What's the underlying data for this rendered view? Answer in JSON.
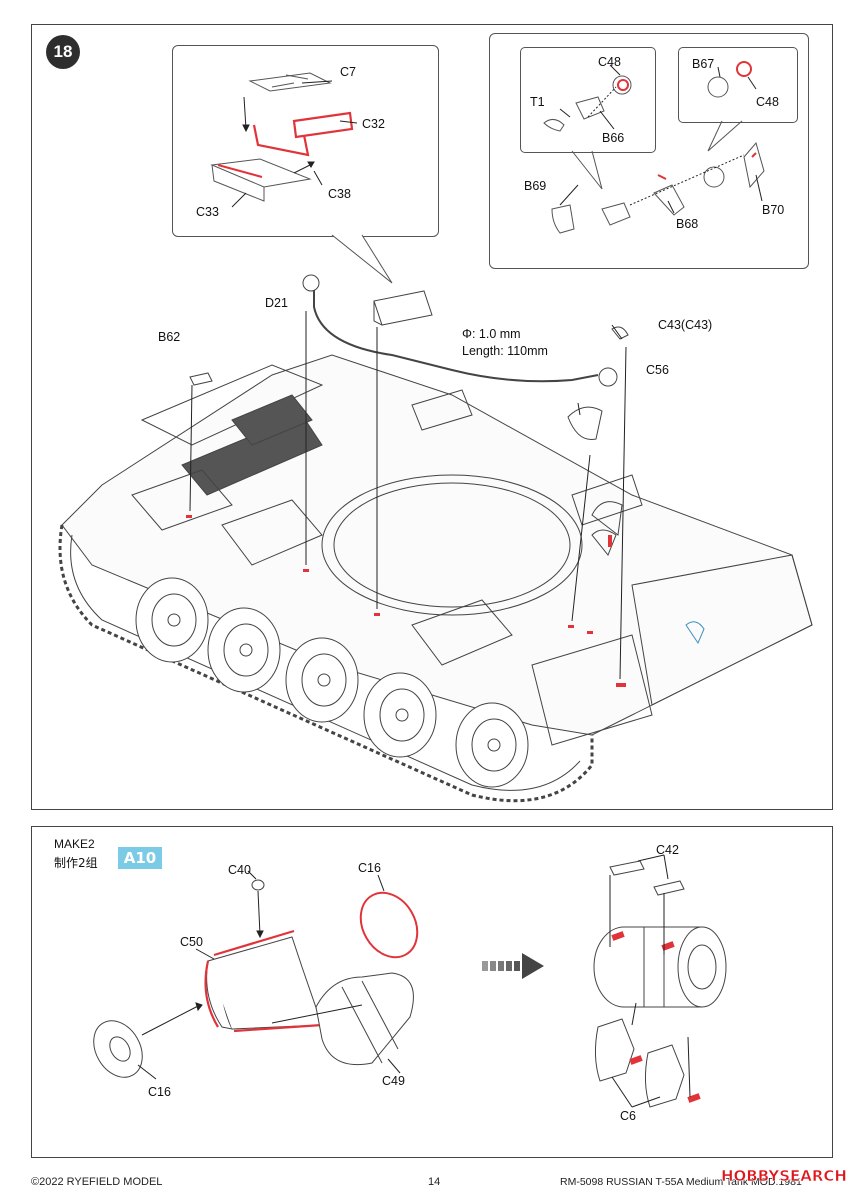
{
  "step": {
    "number": "18",
    "callout_left": {
      "parts": [
        "C7",
        "C32",
        "C38",
        "C33"
      ]
    },
    "callout_right": {
      "parts": [
        "C48",
        "T1",
        "B66",
        "B67",
        "C48",
        "B69",
        "B68",
        "B70"
      ]
    },
    "main_parts": [
      "D21",
      "B62",
      "C43(C43)",
      "C56"
    ],
    "cable_note": {
      "diameter": "Φ: 1.0 mm",
      "length": "Length: 110mm"
    }
  },
  "subassembly": {
    "make_label": "MAKE2",
    "make_label_cn": "制作2组",
    "code": "A10",
    "parts_left": [
      "C40",
      "C16",
      "C50",
      "C16",
      "C49"
    ],
    "parts_right": [
      "C42",
      "C6"
    ]
  },
  "footer": {
    "copyright": "©2022 RYEFIELD MODEL",
    "page_number": "14",
    "product": "RM-5098 RUSSIAN T-55A Medium Tank MOD.1981",
    "watermark_hobby": "HOBBY",
    "watermark_search": "SEARCH"
  },
  "colors": {
    "accent": "#e0343a",
    "badge_dark": "#2e2e2e",
    "a10_badge": "#7ccbe6"
  },
  "icons": [
    "step-badge",
    "arrow-right-icon",
    "tank-hull-drawing",
    "wheel-drawing",
    "drum-drawing"
  ]
}
